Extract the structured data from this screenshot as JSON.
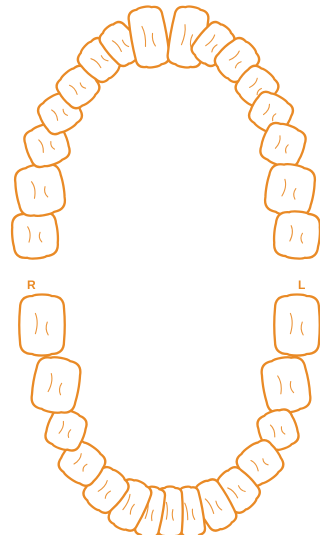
{
  "chart": {
    "side_right_label": "R",
    "side_left_label": "L",
    "tooth_color": "#E98A26"
  },
  "upper_arch": [
    "tooth-1",
    "tooth-2",
    "tooth-3",
    "tooth-4",
    "tooth-5",
    "tooth-6",
    "tooth-7",
    "tooth-8",
    "tooth-9",
    "tooth-10",
    "tooth-11",
    "tooth-12",
    "tooth-13",
    "tooth-14",
    "tooth-15",
    "tooth-16"
  ],
  "lower_arch": [
    "tooth-17",
    "tooth-18",
    "tooth-19",
    "tooth-20",
    "tooth-21",
    "tooth-22",
    "tooth-23",
    "tooth-24",
    "tooth-25",
    "tooth-26",
    "tooth-27",
    "tooth-28",
    "tooth-29",
    "tooth-30",
    "tooth-31",
    "tooth-32"
  ]
}
